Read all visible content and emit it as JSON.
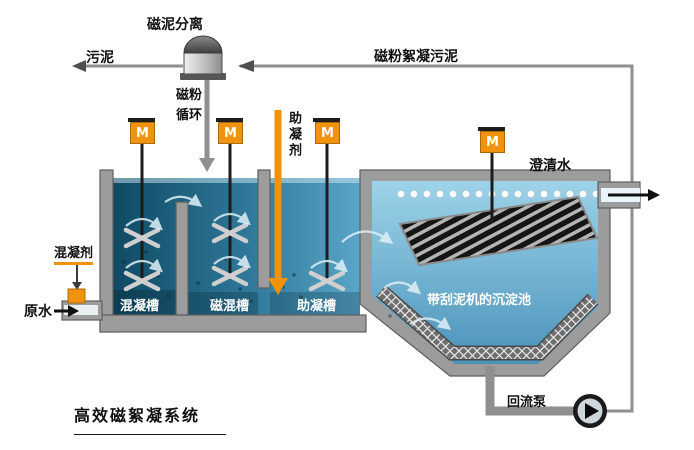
{
  "title": "高效磁絮凝系统",
  "labels": {
    "separator": "磁泥分离",
    "sludge": "污泥",
    "return_sludge": "磁粉絮凝污泥",
    "powder_cycle": "磁粉循环",
    "coagulant_aid": "助凝剂",
    "clarified_water": "澄清水",
    "coagulant": "混凝剂",
    "raw_water": "原水",
    "tank_coagulation": "混凝槽",
    "tank_magnetic": "磁混槽",
    "tank_aid": "助凝槽",
    "sedimentation_tank": "带刮泥机的沉淀池",
    "return_pump": "回流泵"
  },
  "motor": {
    "label": "M"
  },
  "colors": {
    "motor_orange": "#F0920B",
    "aid_arrow_orange": "#F0920B",
    "pipe_gray": "#8F8F8F",
    "wall_gray": "#9C9C9C",
    "water_dark": "#0F4A64",
    "water_light": "#9ED3E9",
    "text_black": "#111111",
    "tank_label_white": "#FFFFFF"
  }
}
